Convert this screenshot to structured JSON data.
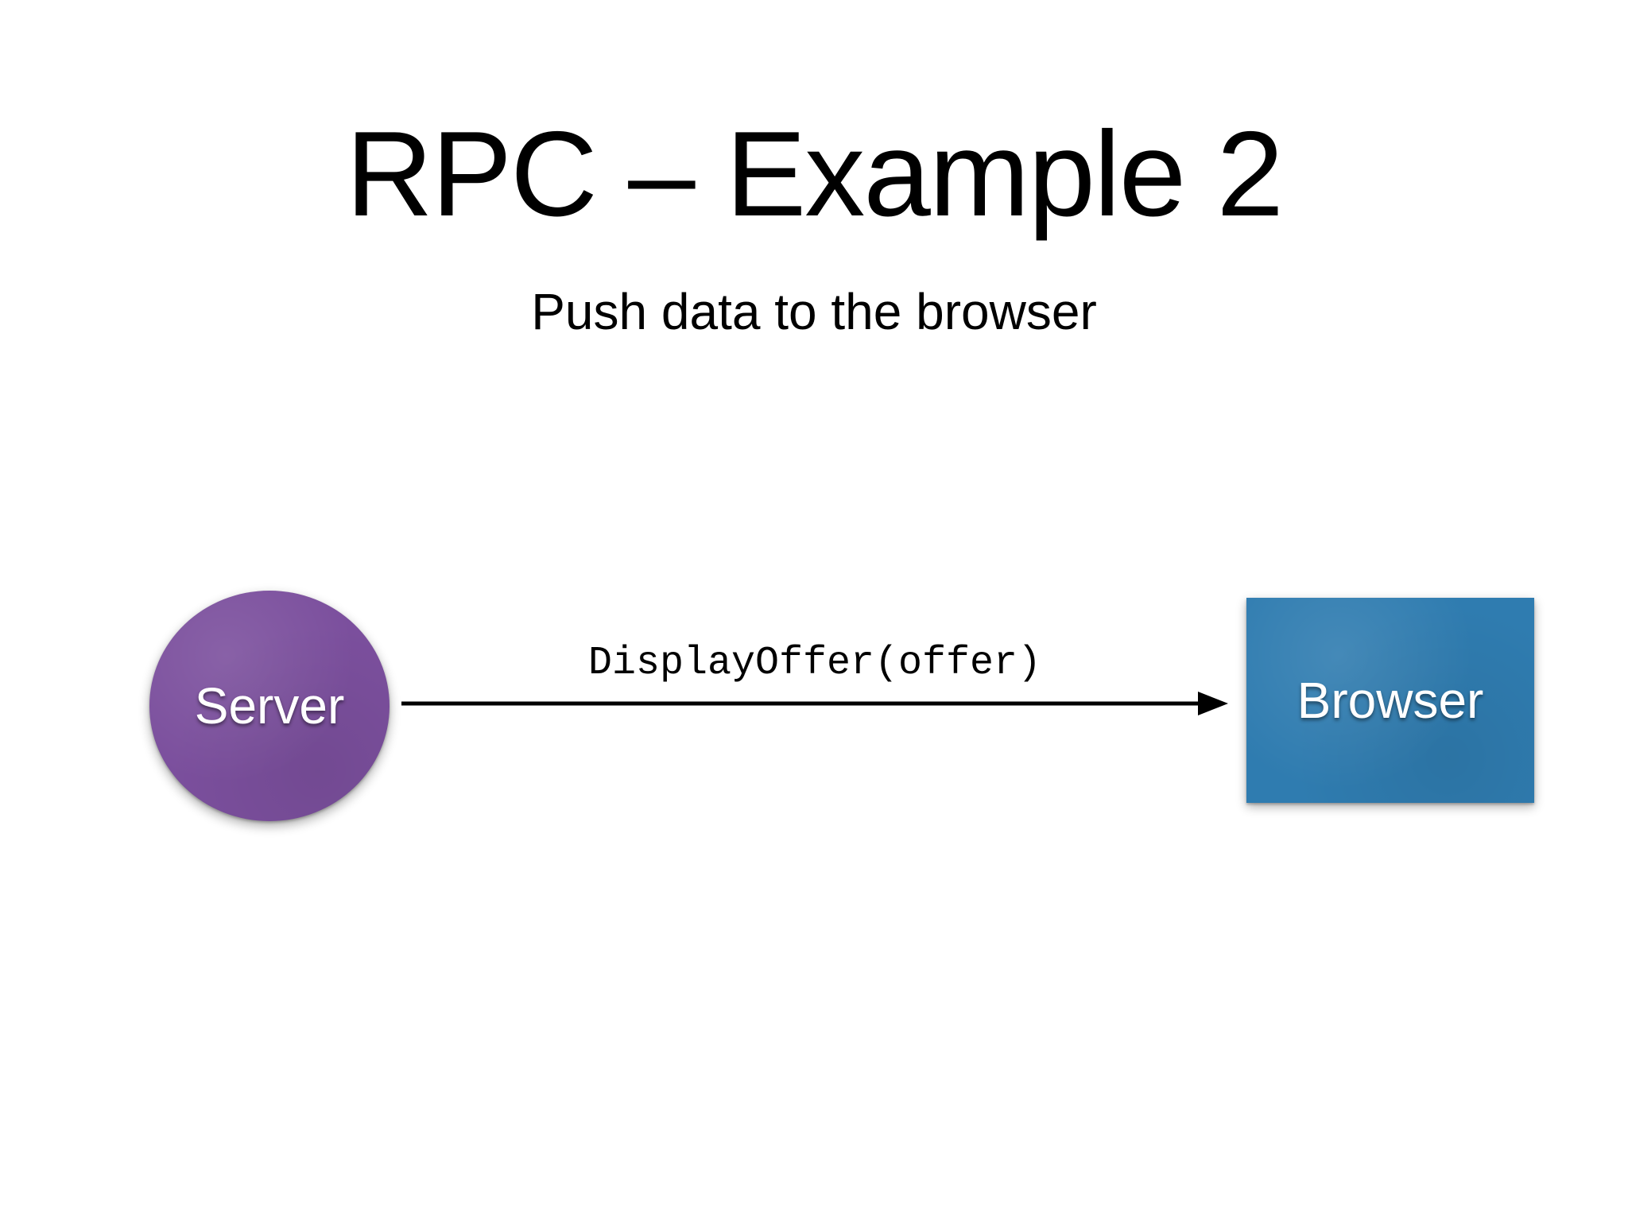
{
  "slide": {
    "title": "RPC – Example 2",
    "subtitle": "Push data to the browser"
  },
  "diagram": {
    "server": {
      "label": "Server",
      "shape": "circle",
      "color": "#7B4F9D",
      "text_color": "#ffffff"
    },
    "browser": {
      "label": "Browser",
      "shape": "rectangle",
      "color": "#2F7CB0",
      "text_color": "#ffffff"
    },
    "arrow": {
      "label": "DisplayOffer(offer)",
      "color": "#000000",
      "from": "Server",
      "to": "Browser"
    }
  },
  "background_color": "#ffffff"
}
